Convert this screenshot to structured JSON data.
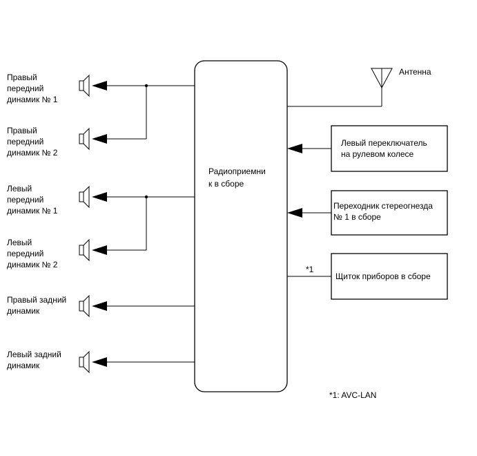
{
  "central_unit": {
    "line1": "Радиоприемни",
    "line2": "к в сборе"
  },
  "speakers": [
    {
      "line1": "Правый",
      "line2": "передний",
      "line3": "динамик № 1"
    },
    {
      "line1": "Правый",
      "line2": "передний",
      "line3": "динамик № 2"
    },
    {
      "line1": "Левый",
      "line2": "передний",
      "line3": "динамик № 1"
    },
    {
      "line1": "Левый",
      "line2": "передний",
      "line3": "динамик № 2"
    },
    {
      "line1": "Правый задний",
      "line2": "динамик"
    },
    {
      "line1": "Левый задний",
      "line2": "динамик"
    }
  ],
  "antenna": {
    "label": "Антенна"
  },
  "inputs": [
    {
      "line1": "Левый переключатель",
      "line2": "на рулевом колесе"
    },
    {
      "line1": "Переходник стереогнезда",
      "line2": "№ 1 в сборе"
    },
    {
      "line1": "Щиток приборов в сборе"
    }
  ],
  "connection_note": "*1",
  "footnote": "*1: AVC-LAN"
}
